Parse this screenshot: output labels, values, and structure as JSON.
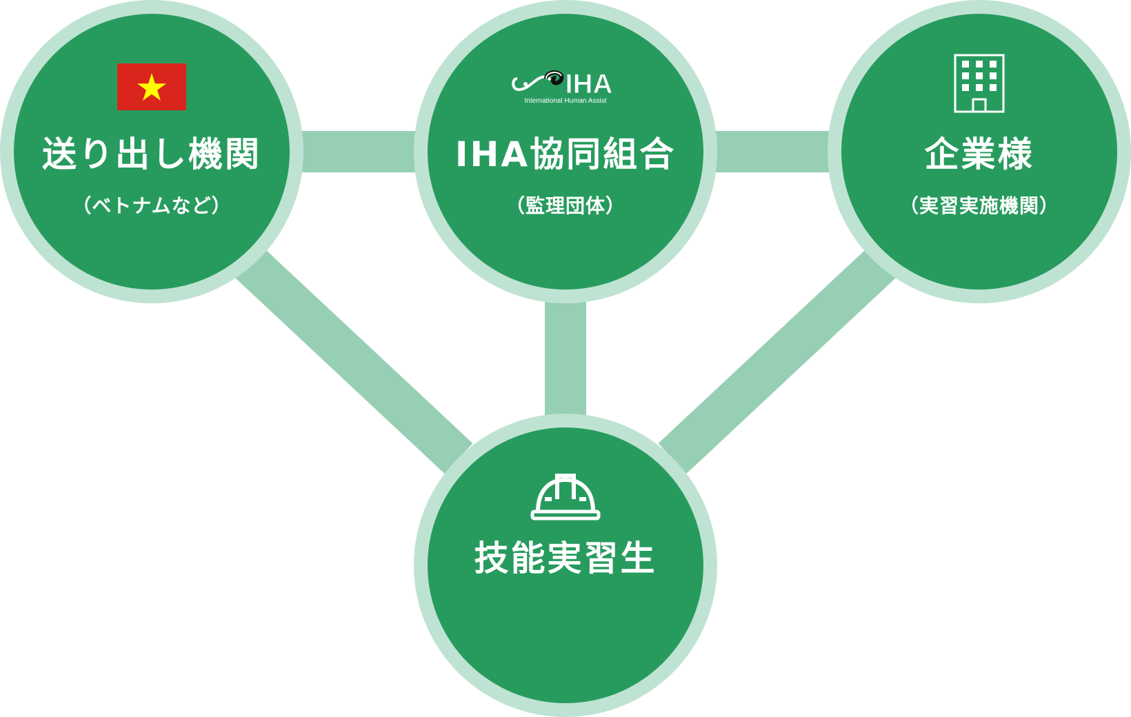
{
  "colors": {
    "node_fill": "#279b5e",
    "node_ring": "#bfe3d2",
    "connector": "#97cfb4",
    "text": "#ffffff",
    "flag_red": "#da251d",
    "flag_star": "#ffff00"
  },
  "nodes": {
    "sending": {
      "icon": "vietnam-flag-icon",
      "title": "送り出し機関",
      "subtitle": "（ベトナムなど）"
    },
    "iha": {
      "icon": "iha-logo",
      "logo_text": "IHA",
      "logo_tagline": "International Human Assist",
      "title": "IHA協同組合",
      "subtitle": "（監理団体）"
    },
    "company": {
      "icon": "building-icon",
      "title": "企業様",
      "subtitle": "（実習実施機関）"
    },
    "trainee": {
      "icon": "hard-hat-icon",
      "title": "技能実習生"
    }
  }
}
